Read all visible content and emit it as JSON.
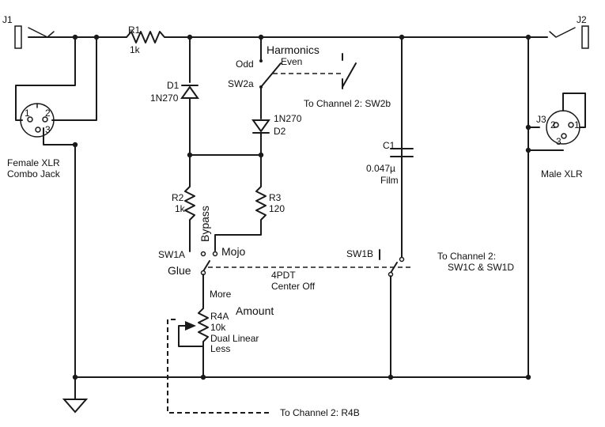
{
  "labels": {
    "j1": "J1",
    "j2": "J2",
    "j3": "J3",
    "r1_name": "R1",
    "r1_value": "1k",
    "d1_name": "D1",
    "d1_value": "1N270",
    "d2_name": "D2",
    "d2_value": "1N270",
    "harmonics": "Harmonics",
    "odd": "Odd",
    "even": "Even",
    "sw2a": "SW2a",
    "to_sw2b": "To Channel 2: SW2b",
    "c1_name": "C1",
    "c1_value": "0.047µ",
    "c1_type": "Film",
    "r2_name": "R2",
    "r2_value": "1k",
    "r3_name": "R3",
    "r3_value": "120",
    "bypass": "Bypass",
    "mojo": "Mojo",
    "sw1a": "SW1A",
    "glue": "Glue",
    "sw1b": "SW1B",
    "pdt_line1": "4PDT",
    "pdt_line2": "Center Off",
    "to_sw1c_line1": "To Channel 2:",
    "to_sw1c_line2": "SW1C & SW1D",
    "more": "More",
    "amount": "Amount",
    "r4a_name": "R4A",
    "r4a_value": "10k",
    "r4a_type": "Dual Linear",
    "less": "Less",
    "to_r4b": "To Channel 2: R4B",
    "female_line1": "Female XLR",
    "female_line2": "Combo Jack",
    "male": "Male XLR",
    "pin1": "1",
    "pin2": "2",
    "pin3": "3"
  }
}
